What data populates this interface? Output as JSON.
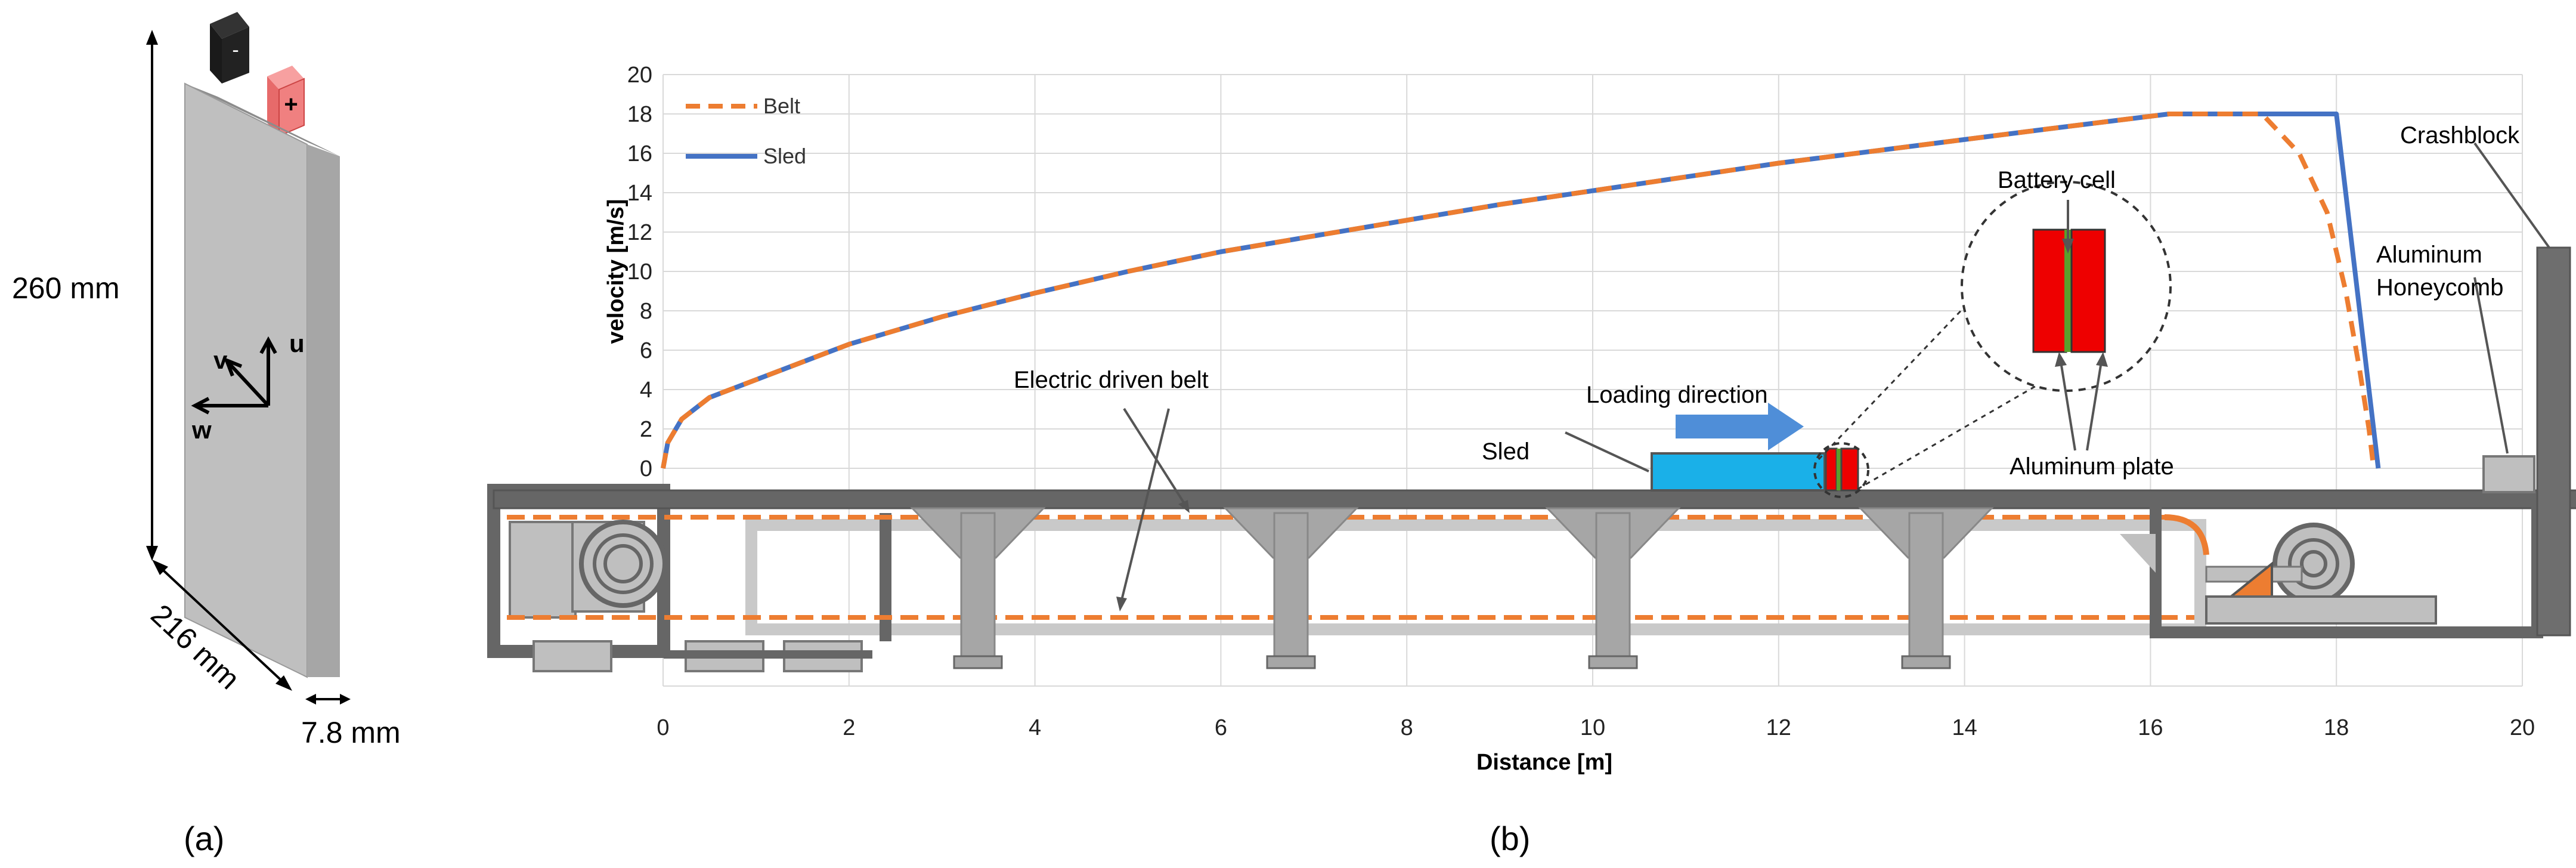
{
  "panel_a": {
    "caption": "(a)",
    "height_label": "260 mm",
    "width_label": "216 mm",
    "thickness_label": "7.8 mm",
    "axis_u": "u",
    "axis_v": "v",
    "axis_w": "w",
    "neg_terminal": "-",
    "pos_terminal": "+"
  },
  "panel_b": {
    "caption": "(b)",
    "labels": {
      "battery_cell": "Battery cell",
      "crashblock": "Crashblock",
      "aluminum_honeycomb_1": "Aluminum",
      "aluminum_honeycomb_2": "Honeycomb",
      "electric_belt": "Electric driven belt",
      "loading_direction": "Loading direction",
      "sled": "Sled",
      "aluminum_plate": "Aluminum plate"
    }
  },
  "chart_data": {
    "type": "line",
    "xlabel": "Distance [m]",
    "ylabel": "velocity [m/s]",
    "xlim": [
      0,
      20
    ],
    "ylim": [
      0,
      20
    ],
    "x_ticks": [
      "0",
      "2",
      "4",
      "6",
      "8",
      "10",
      "12",
      "14",
      "16",
      "18",
      "20"
    ],
    "y_ticks": [
      "0",
      "2",
      "4",
      "6",
      "8",
      "10",
      "12",
      "14",
      "16",
      "18",
      "20"
    ],
    "grid": true,
    "legend_position": "top-left",
    "series": [
      {
        "name": "Belt",
        "style": "dashed",
        "color": "#ED7D31",
        "points": [
          [
            0,
            0
          ],
          [
            0.05,
            1.3
          ],
          [
            0.2,
            2.5
          ],
          [
            0.5,
            3.6
          ],
          [
            1,
            4.5
          ],
          [
            2,
            6.3
          ],
          [
            3,
            7.7
          ],
          [
            4,
            8.9
          ],
          [
            5,
            10
          ],
          [
            6,
            11
          ],
          [
            7,
            11.8
          ],
          [
            8,
            12.6
          ],
          [
            9,
            13.4
          ],
          [
            10,
            14.1
          ],
          [
            11,
            14.8
          ],
          [
            12,
            15.5
          ],
          [
            13,
            16.1
          ],
          [
            14,
            16.7
          ],
          [
            15,
            17.3
          ],
          [
            16.2,
            18
          ],
          [
            17.2,
            18
          ],
          [
            17.6,
            16
          ],
          [
            17.9,
            13
          ],
          [
            18.1,
            9
          ],
          [
            18.25,
            5
          ],
          [
            18.35,
            2
          ],
          [
            18.4,
            0
          ]
        ]
      },
      {
        "name": "Sled",
        "style": "solid",
        "color": "#4472C4",
        "points": [
          [
            0,
            0
          ],
          [
            0.05,
            1.3
          ],
          [
            0.2,
            2.5
          ],
          [
            0.5,
            3.6
          ],
          [
            1,
            4.5
          ],
          [
            2,
            6.3
          ],
          [
            3,
            7.7
          ],
          [
            4,
            8.9
          ],
          [
            5,
            10
          ],
          [
            6,
            11
          ],
          [
            7,
            11.8
          ],
          [
            8,
            12.6
          ],
          [
            9,
            13.4
          ],
          [
            10,
            14.1
          ],
          [
            11,
            14.8
          ],
          [
            12,
            15.5
          ],
          [
            13,
            16.1
          ],
          [
            14,
            16.7
          ],
          [
            15,
            17.3
          ],
          [
            16.2,
            18
          ],
          [
            18,
            18
          ],
          [
            18.45,
            0
          ]
        ]
      }
    ]
  }
}
